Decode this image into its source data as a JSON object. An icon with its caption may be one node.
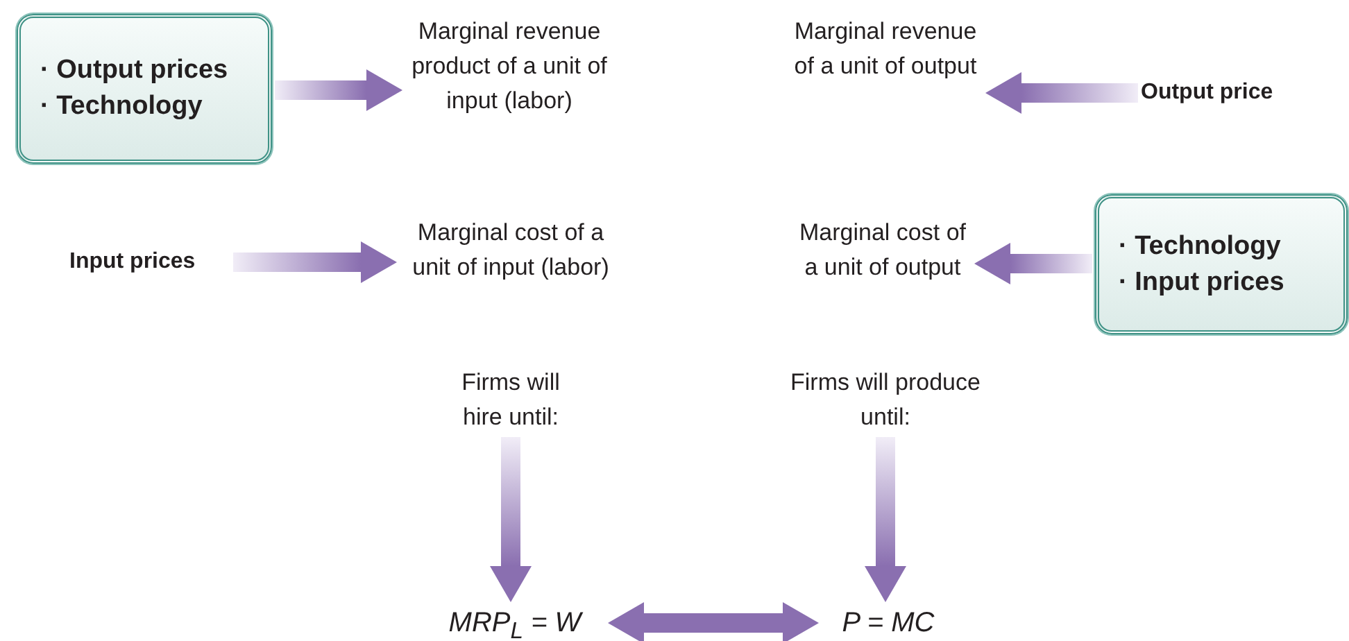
{
  "diagram": {
    "nodes": [
      {
        "text": [
          "· Output prices",
          "· Technology"
        ]
      },
      {
        "text": [
          "Marginal revenue product of a unit of input (labor)"
        ]
      },
      {
        "text": [
          "Marginal revenue of a unit of output"
        ]
      },
      {
        "text": [
          "Output price"
        ]
      },
      {
        "text": [
          "Input prices"
        ]
      },
      {
        "text": [
          "Marginal cost of a unit of input (labor)"
        ]
      },
      {
        "text": [
          "Marginal cost of a unit of output"
        ]
      },
      {
        "text": [
          "· Technology",
          "· Input prices"
        ]
      },
      {
        "text": [
          "Firms will hire until:"
        ]
      },
      {
        "text": [
          "Firms will produce until:"
        ]
      },
      {
        "text": [
          "MRP$_{L}$ = W"
        ]
      },
      {
        "text": [
          "P = MC"
        ]
      }
    ],
    "edges": [
      {
        "from": 0,
        "to": 1,
        "arrow": "to"
      },
      {
        "from": 3,
        "to": 2,
        "arrow": "to"
      },
      {
        "from": 4,
        "to": 5,
        "arrow": "to"
      },
      {
        "from": 7,
        "to": 6,
        "arrow": "to"
      },
      {
        "from": 8,
        "to": 10,
        "arrow": "to"
      },
      {
        "from": 9,
        "to": 11,
        "arrow": "to"
      },
      {
        "from": 10,
        "to": 11,
        "arrow": "both"
      }
    ]
  }
}
